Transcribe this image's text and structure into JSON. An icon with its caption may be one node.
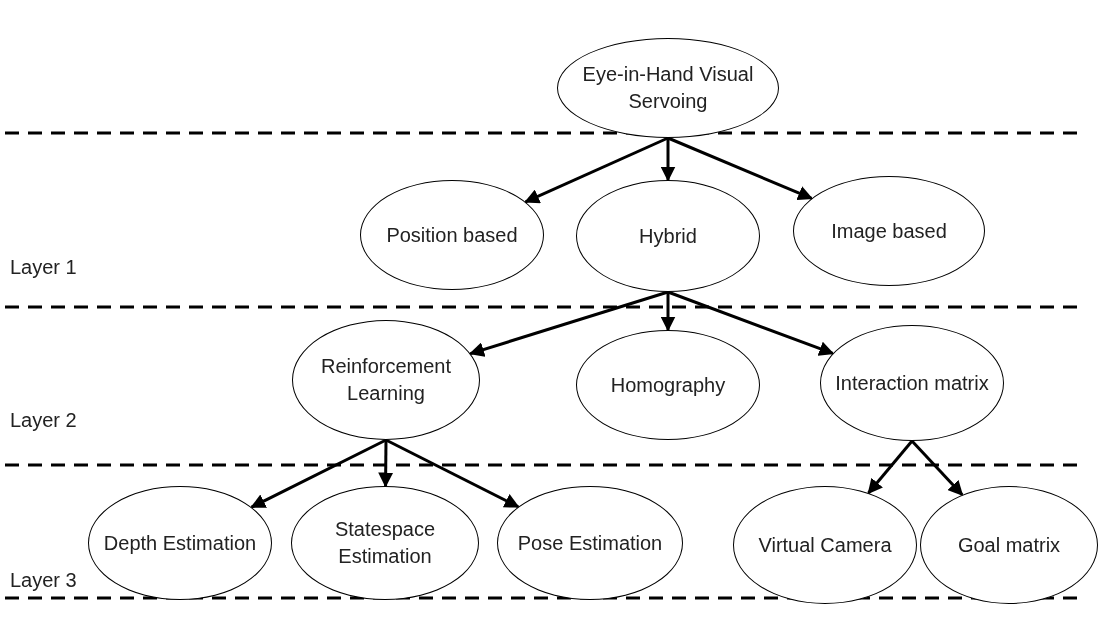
{
  "diagram": {
    "nodes": [
      {
        "text": [
          "Eye-in-Hand Visual Servoing"
        ]
      },
      {
        "text": [
          "Position based"
        ]
      },
      {
        "text": [
          "Hybrid"
        ]
      },
      {
        "text": [
          "Image based"
        ]
      },
      {
        "text": [
          "Reinforcement Learning"
        ]
      },
      {
        "text": [
          "Homography"
        ]
      },
      {
        "text": [
          "Interaction matrix"
        ]
      },
      {
        "text": [
          "Depth Estimation"
        ]
      },
      {
        "text": [
          "Statespace Estimation"
        ]
      },
      {
        "text": [
          "Pose Estimation"
        ]
      },
      {
        "text": [
          "Virtual Camera"
        ]
      },
      {
        "text": [
          "Goal matrix"
        ]
      }
    ],
    "edges": [
      {
        "from": 0,
        "to": 1,
        "arrow": "to"
      },
      {
        "from": 0,
        "to": 2,
        "arrow": "to"
      },
      {
        "from": 0,
        "to": 3,
        "arrow": "to"
      },
      {
        "from": 2,
        "to": 4,
        "arrow": "to"
      },
      {
        "from": 2,
        "to": 5,
        "arrow": "to"
      },
      {
        "from": 2,
        "to": 6,
        "arrow": "to"
      },
      {
        "from": 4,
        "to": 7,
        "arrow": "to"
      },
      {
        "from": 4,
        "to": 8,
        "arrow": "to"
      },
      {
        "from": 4,
        "to": 9,
        "arrow": "to"
      },
      {
        "from": 6,
        "to": 10,
        "arrow": "to"
      },
      {
        "from": 6,
        "to": 11,
        "arrow": "to"
      }
    ],
    "labels": [
      "Layer 1",
      "Layer 2",
      "Layer 3"
    ]
  }
}
